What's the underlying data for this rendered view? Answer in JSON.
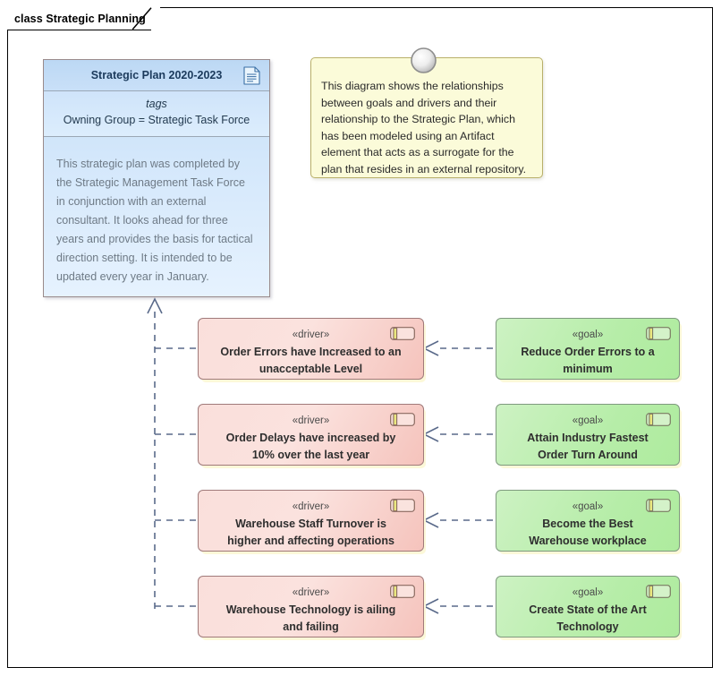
{
  "diagram": {
    "tab_label": "class Strategic Planning"
  },
  "artifact": {
    "title": "Strategic Plan 2020-2023",
    "icon": "document-icon",
    "tags_label": "tags",
    "tags_value": "Owning Group = Strategic Task Force",
    "body": "This strategic plan was completed by the Strategic Management Task Force in conjunction with an external consultant. It looks ahead for three years and provides the basis for tactical direction setting. It is intended to be updated every year in January."
  },
  "note": {
    "icon": "note-pin-icon",
    "text": "This diagram shows the relationships between goals and drivers and their relationship to the Strategic Plan, which has been modeled using an Artifact element that acts as a surrogate for the plan that resides in an external repository."
  },
  "elements": {
    "drivers": [
      {
        "stereotype": "«driver»",
        "name": "Order Errors have Increased to an unacceptable Level",
        "icon": "driver-icon"
      },
      {
        "stereotype": "«driver»",
        "name": "Order Delays have increased by 10% over the last year",
        "icon": "driver-icon"
      },
      {
        "stereotype": "«driver»",
        "name": "Warehouse Staff Turnover is higher and affecting operations",
        "icon": "driver-icon"
      },
      {
        "stereotype": "«driver»",
        "name": "Warehouse Technology is ailing and failing",
        "icon": "driver-icon"
      }
    ],
    "goals": [
      {
        "stereotype": "«goal»",
        "name": "Reduce Order Errors to a minimum",
        "icon": "goal-icon"
      },
      {
        "stereotype": "«goal»",
        "name": "Attain Industry Fastest Order Turn Around",
        "icon": "goal-icon"
      },
      {
        "stereotype": "«goal»",
        "name": "Become the Best Warehouse workplace",
        "icon": "goal-icon"
      },
      {
        "stereotype": "«goal»",
        "name": "Create State of the Art Technology",
        "icon": "goal-icon"
      }
    ]
  },
  "colors": {
    "driver_fill": "#f8d9d4",
    "driver_border": "#a07a7a",
    "goal_fill": "#b6eda8",
    "goal_border": "#7f9a7f",
    "artifact_fill": "#cfe4fa",
    "artifact_border": "#9a8b8b",
    "note_fill": "#fbfbd9",
    "note_border": "#b9b06a",
    "connector": "#5a6a8a",
    "frame_border": "#000000"
  }
}
